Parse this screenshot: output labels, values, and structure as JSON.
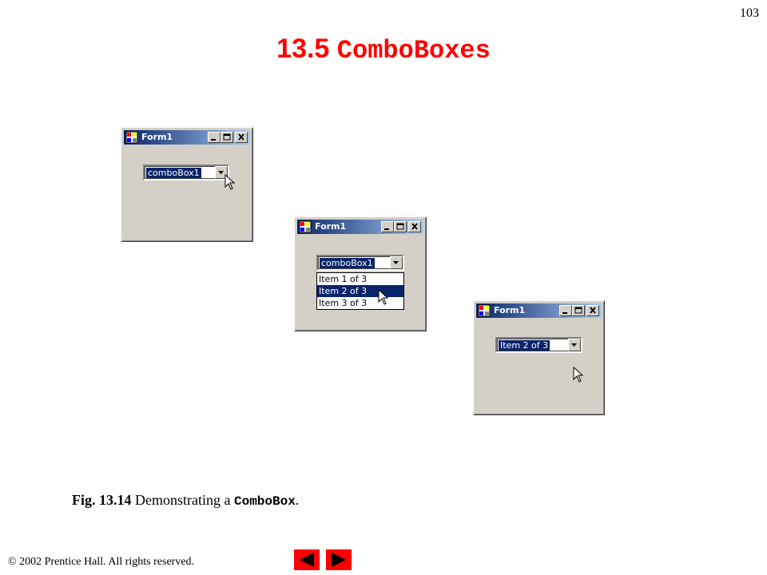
{
  "slide": {
    "page_number": "103",
    "title_prefix": "13.5",
    "title_code": "ComboBoxes",
    "caption_label": "Fig. 13.14",
    "caption_text": " Demonstrating a ",
    "caption_code": "ComboBox",
    "caption_end": ".",
    "copyright_symbol": "©",
    "copyright_text": " 2002 Prentice Hall.  All rights reserved."
  },
  "windows": [
    {
      "title": "Form1",
      "combo_text": "comboBox1"
    },
    {
      "title": "Form1",
      "combo_text": "comboBox1",
      "dropdown_items": [
        "Item 1 of 3",
        "Item 2 of 3",
        "Item 3 of 3"
      ],
      "selected_index": 1
    },
    {
      "title": "Form1",
      "combo_text": "Item 2 of 3"
    }
  ],
  "colors": {
    "title": "#ff0000",
    "titlebar_start": "#0a246a",
    "titlebar_end": "#a6caf0",
    "window_face": "#d4d0c8",
    "nav_buttons": "#ff0000"
  },
  "icons": [
    "form-icon",
    "minimize-icon",
    "maximize-icon",
    "close-icon",
    "dropdown-arrow-icon",
    "mouse-cursor-icon",
    "previous-arrow-icon",
    "next-arrow-icon"
  ]
}
